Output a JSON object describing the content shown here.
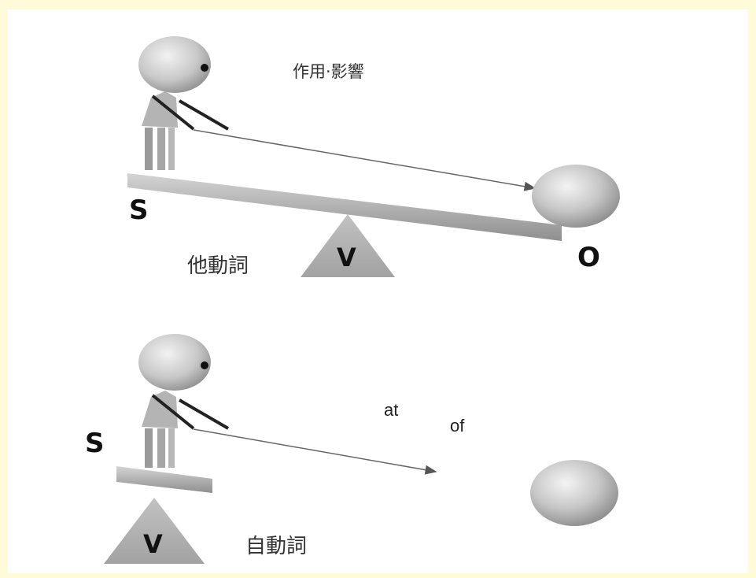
{
  "top_panel": {
    "effect_label": "作用·影響",
    "subject_label": "S",
    "verb_label": "V",
    "object_label": "O",
    "verb_type_label": "他動詞"
  },
  "bottom_panel": {
    "subject_label": "S",
    "verb_label": "V",
    "prep_at": "at",
    "prep_of": "of",
    "verb_type_label": "自動詞"
  },
  "colors": {
    "background": "#fffbd8",
    "figure": "#bdbdbd",
    "plank": "#a8a8a8",
    "triangle": "#b0b0b0"
  }
}
